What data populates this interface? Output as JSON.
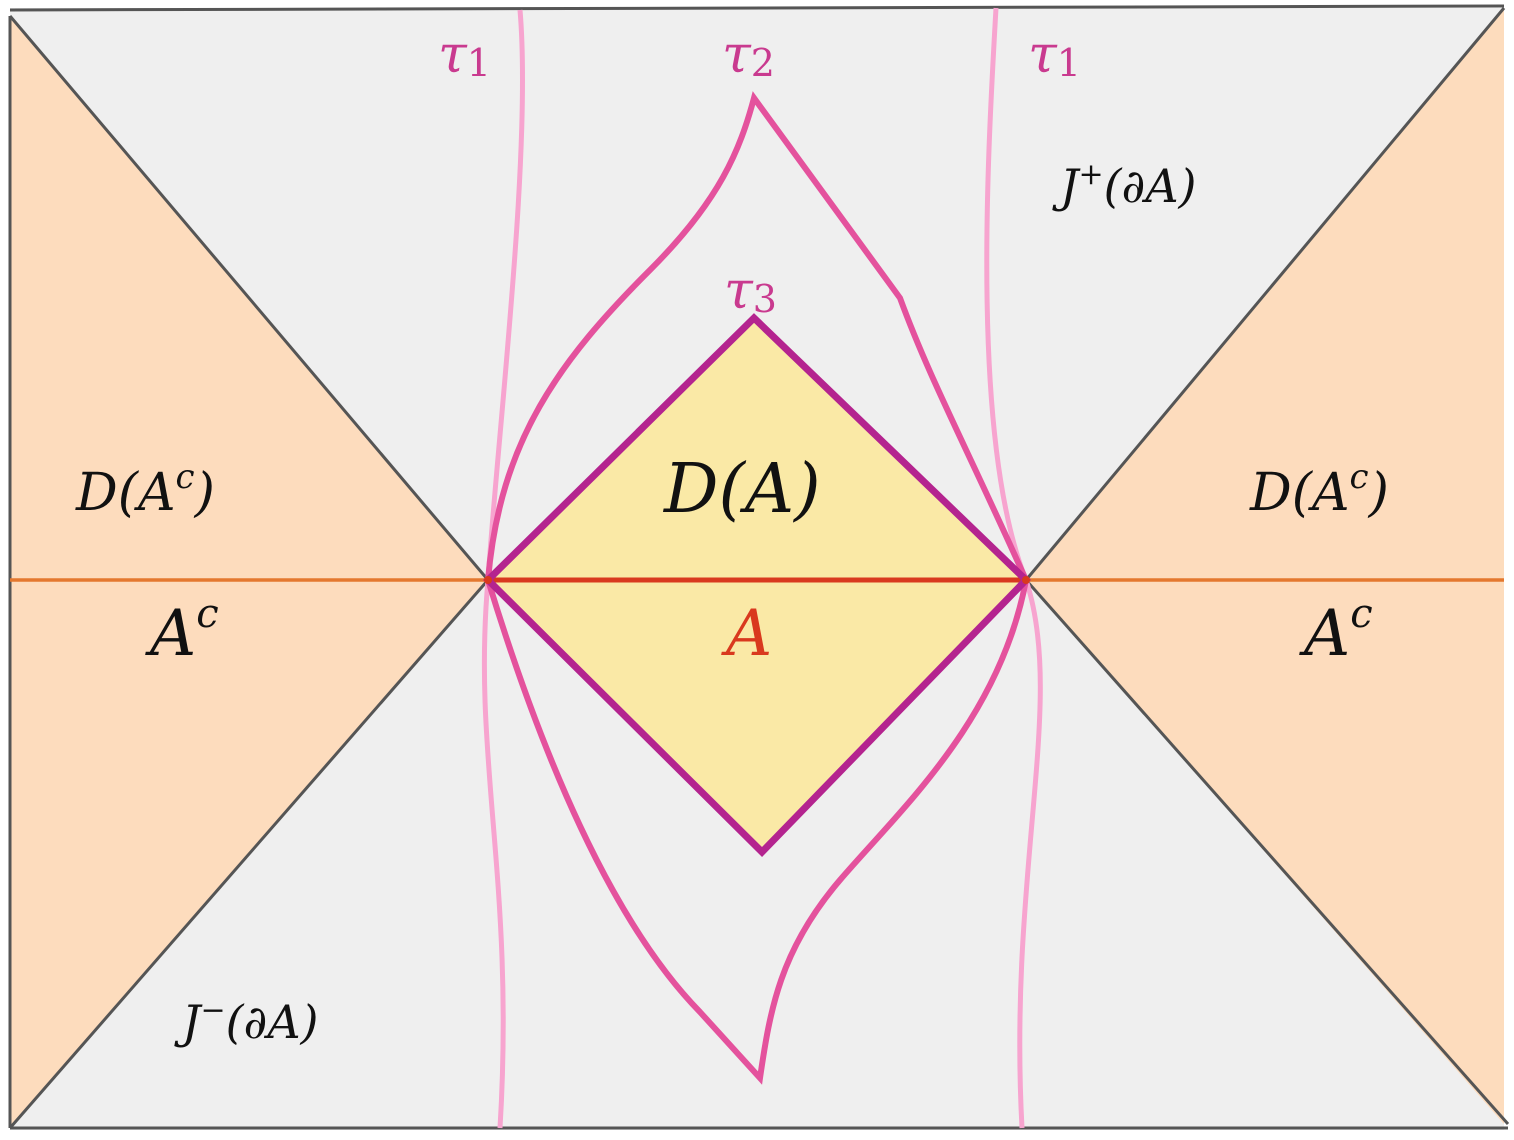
{
  "colors": {
    "background": "#efefef",
    "complement_region": "#fddcbd",
    "domain_region": "#fae9a6",
    "frame": "#555555",
    "complement_slice": "#e4782f",
    "slice_A": "#d9391e",
    "tau1": "#f7a4cf",
    "tau2": "#e4529d",
    "tau3": "#b4248f",
    "text": "#111111",
    "slice_A_text": "#d9391e",
    "tau_text": "#c93a8f"
  },
  "labels": {
    "tau1_left": {
      "base": "τ",
      "sub": "1"
    },
    "tau2": {
      "base": "τ",
      "sub": "2"
    },
    "tau1_right": {
      "base": "τ",
      "sub": "1"
    },
    "tau3": {
      "base": "τ",
      "sub": "3"
    },
    "j_plus": {
      "base": "J",
      "sup": "+",
      "rest": "(∂A)"
    },
    "j_minus": {
      "base": "J",
      "sup": "−",
      "rest": "(∂A)"
    },
    "d_a": {
      "text": "D(A)"
    },
    "d_ac_left": {
      "pre": "D(",
      "base": "A",
      "sup": "c",
      "post": ")"
    },
    "d_ac_right": {
      "pre": "D(",
      "base": "A",
      "sup": "c",
      "post": ")"
    },
    "ac_left": {
      "base": "A",
      "sup": "c"
    },
    "ac_right": {
      "base": "A",
      "sup": "c"
    },
    "a": {
      "text": "A"
    }
  }
}
